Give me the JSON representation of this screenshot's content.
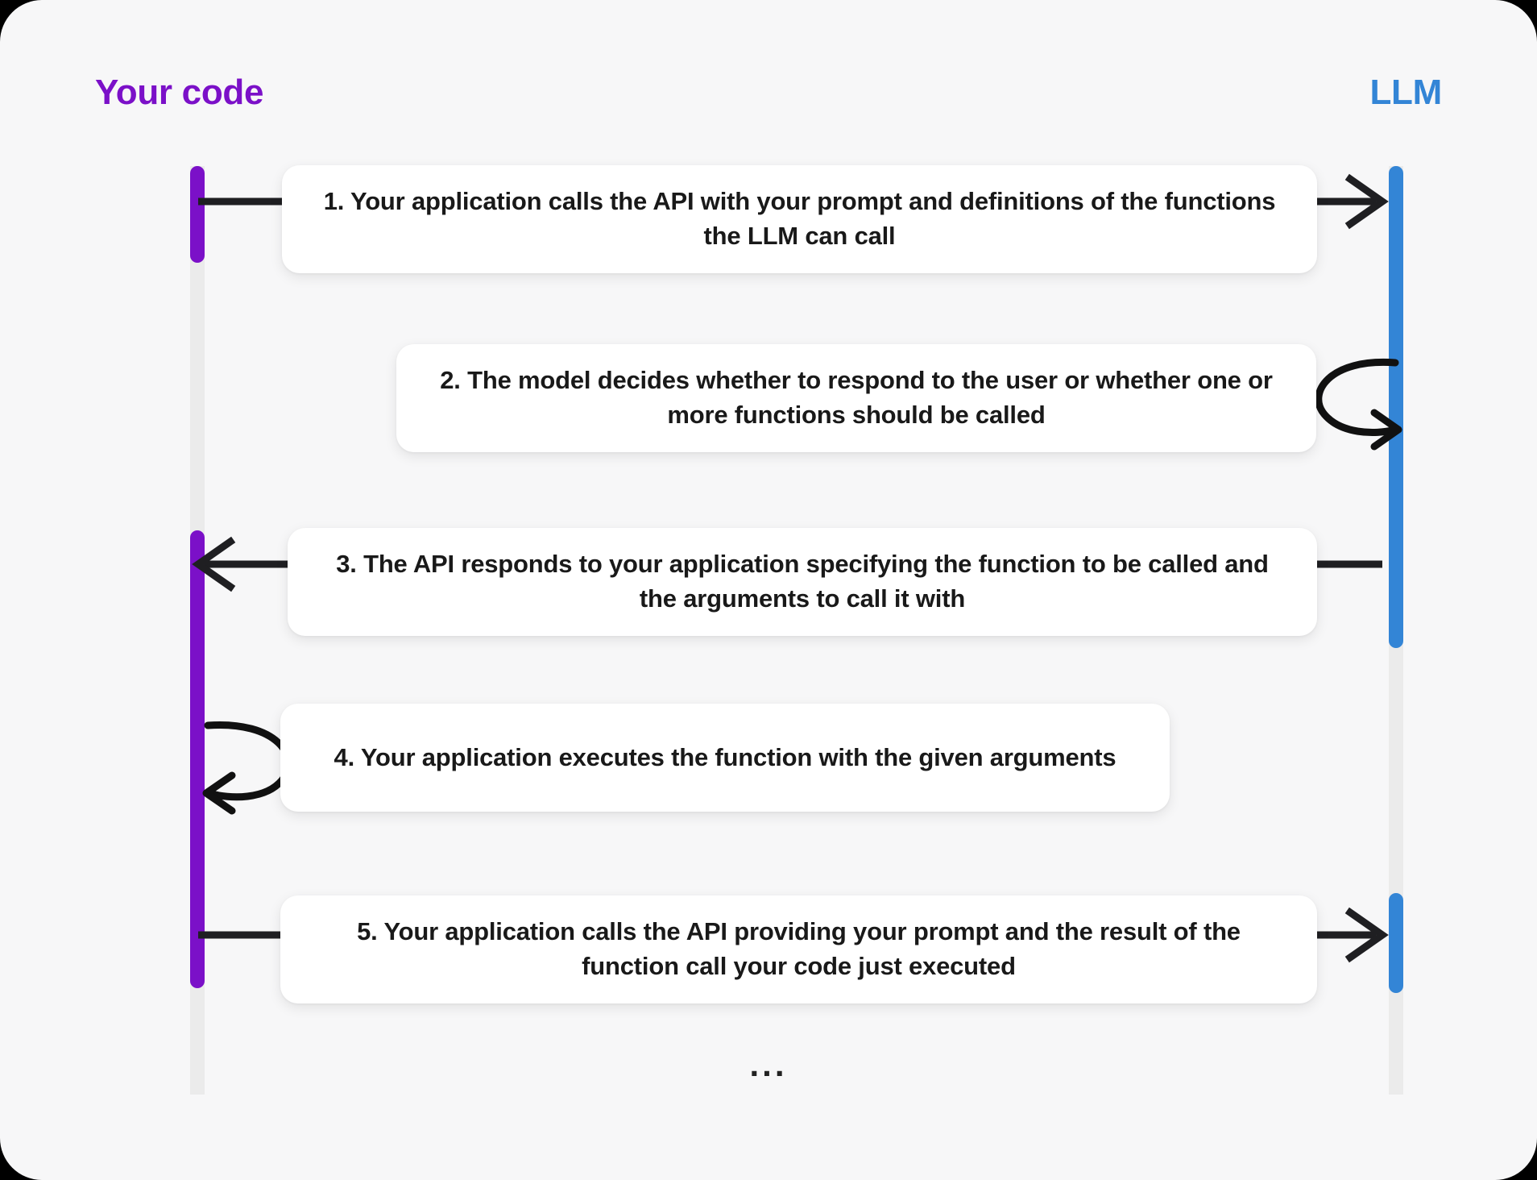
{
  "diagram": {
    "title_left": "Your code",
    "title_right": "LLM",
    "continuation": "...",
    "colors": {
      "left_actor": "#7b10c8",
      "right_actor": "#3385d6",
      "lifeline": "#ebebeb",
      "arrow": "#1f1f22",
      "card_bg": "#f7f7f8",
      "box_bg": "#ffffff",
      "text": "#191919"
    },
    "steps": [
      {
        "id": 1,
        "text": "1. Your application calls the API with your prompt and definitions of the functions the LLM can call",
        "direction": "left-to-right",
        "arrow_icon": "arrow-right-icon"
      },
      {
        "id": 2,
        "text": "2. The model decides whether to respond to the user or whether one or more functions should be called",
        "direction": "self-right",
        "arrow_icon": "self-loop-arrow-icon"
      },
      {
        "id": 3,
        "text": "3. The API responds to your application specifying the function to be called and the arguments to call it with",
        "direction": "right-to-left",
        "arrow_icon": "arrow-left-icon"
      },
      {
        "id": 4,
        "text": "4. Your application executes the function with the given  arguments",
        "direction": "self-left",
        "arrow_icon": "self-loop-arrow-icon"
      },
      {
        "id": 5,
        "text": "5. Your application calls the API providing your prompt and the result of the function call your code just executed",
        "direction": "left-to-right",
        "arrow_icon": "arrow-right-icon"
      }
    ]
  }
}
